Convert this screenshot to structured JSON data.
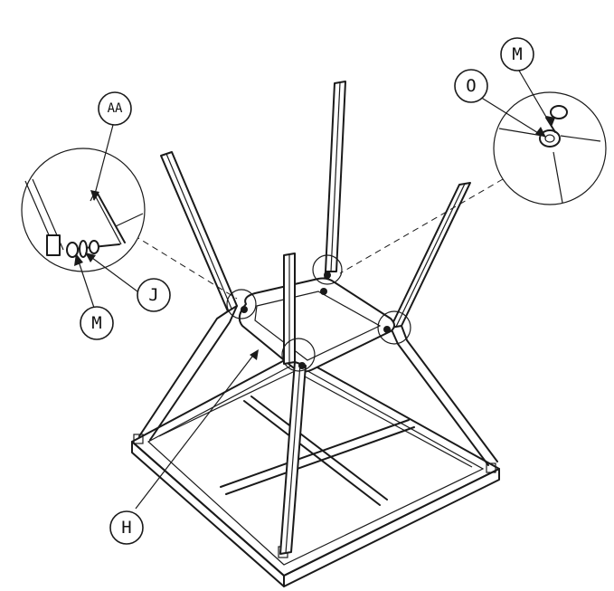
{
  "callouts": {
    "aa": "AA",
    "m_left": "M",
    "j": "J",
    "m_right": "M",
    "o": "O",
    "h": "H"
  },
  "colors": {
    "line": "#1a1a1a",
    "background": "#ffffff"
  }
}
